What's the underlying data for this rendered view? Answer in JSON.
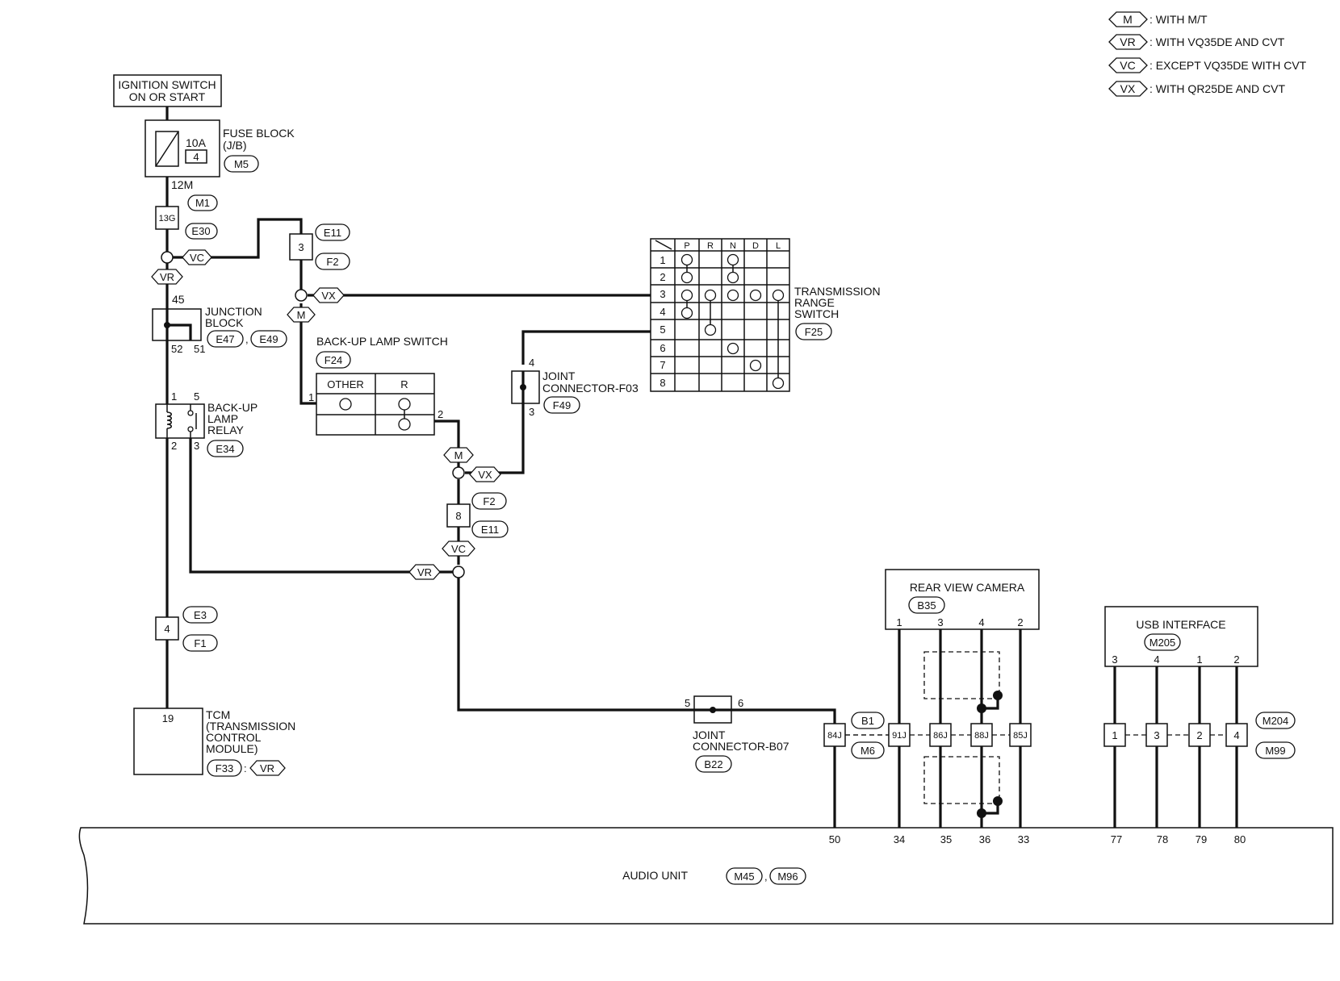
{
  "legend": [
    {
      "code": "M",
      "text": ": WITH M/T"
    },
    {
      "code": "VR",
      "text": ": WITH VQ35DE AND CVT"
    },
    {
      "code": "VC",
      "text": ": EXCEPT VQ35DE WITH CVT"
    },
    {
      "code": "VX",
      "text": ": WITH QR25DE AND CVT"
    }
  ],
  "ignition": {
    "line1": "IGNITION SWITCH",
    "line2": "ON OR START"
  },
  "fuse_block": {
    "label1": "FUSE BLOCK",
    "label2": "(J/B)",
    "rating": "10A",
    "fuse_no": "4",
    "conn": "M5",
    "out_pin": "12M"
  },
  "joint_13g": {
    "pin": "13G",
    "conn1": "M1",
    "conn2": "E30"
  },
  "conn_e11_top": {
    "pin": "3",
    "conn1": "E11",
    "conn2": "F2"
  },
  "junction_block": {
    "label1": "JUNCTION",
    "label2": "BLOCK",
    "conn1": "E47",
    "sep": ",",
    "conn2": "E49",
    "pin_in": "45",
    "pin_out1": "52",
    "pin_out2": "51"
  },
  "relay": {
    "label1": "BACK-UP",
    "label2": "LAMP",
    "label3": "RELAY",
    "conn": "E34",
    "pins": [
      "1",
      "5",
      "2",
      "3"
    ]
  },
  "backup_switch": {
    "label": "BACK-UP LAMP SWITCH",
    "conn": "F24",
    "col1": "OTHER",
    "col2": "R",
    "pin_in": "1",
    "pin_out": "2"
  },
  "joint_f03": {
    "label1": "JOINT",
    "label2": "CONNECTOR-F03",
    "conn": "F49",
    "pin_top": "4",
    "pin_bot": "3"
  },
  "range_switch": {
    "label1": "TRANSMISSION",
    "label2": "RANGE",
    "label3": "SWITCH",
    "conn": "F25",
    "cols": [
      "P",
      "R",
      "N",
      "D",
      "L"
    ],
    "rows": [
      "1",
      "2",
      "3",
      "4",
      "5",
      "6",
      "7",
      "8"
    ]
  },
  "conn_e11_bottom": {
    "pin": "8",
    "conn1": "F2",
    "conn2": "E11"
  },
  "joint_e3": {
    "pin": "4",
    "conn1": "E3",
    "conn2": "F1"
  },
  "tcm": {
    "pin": "19",
    "label1": "TCM",
    "label2": "(TRANSMISSION",
    "label3": "CONTROL",
    "label4": "MODULE)",
    "conn": "F33",
    "sep": ":",
    "cond": "VR"
  },
  "joint_b07": {
    "label1": "JOINT",
    "label2": "CONNECTOR-B07",
    "conn": "B22",
    "pin_in": "5",
    "pin_out": "6"
  },
  "inline_b1": {
    "conn1": "B1",
    "conn2": "M6",
    "pins": [
      "84J",
      "91J",
      "86J",
      "88J",
      "85J"
    ]
  },
  "rear_camera": {
    "label": "REAR VIEW CAMERA",
    "conn": "B35",
    "pins": [
      "1",
      "3",
      "4",
      "2"
    ]
  },
  "usb": {
    "label": "USB INTERFACE",
    "conn": "M205",
    "pins": [
      "3",
      "4",
      "1",
      "2"
    ],
    "inline_pins": [
      "1",
      "3",
      "2",
      "4"
    ],
    "conn1": "M204",
    "conn2": "M99"
  },
  "audio_unit": {
    "label": "AUDIO UNIT",
    "conn1": "M45",
    "sep": ",",
    "conn2": "M96",
    "pins": [
      "50",
      "34",
      "35",
      "36",
      "33",
      "77",
      "78",
      "79",
      "80"
    ]
  },
  "wire_tags": {
    "vc1": "VC",
    "vr1": "VR",
    "vx1": "VX",
    "m1": "M",
    "m2": "M",
    "vx2": "VX",
    "vc2": "VC",
    "vr2": "VR"
  }
}
